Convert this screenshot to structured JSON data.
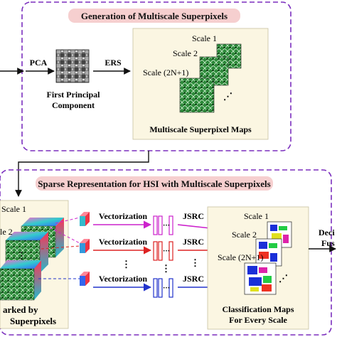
{
  "top_section": {
    "title": "Generation of Multiscale Superpixels",
    "pca_label": "PCA",
    "ers_label": "ERS",
    "first_pc_line1": "First Principal",
    "first_pc_line2": "Component",
    "scale_labels": [
      "Scale 1",
      "Scale 2",
      "Scale (2N+1)"
    ],
    "ellipsis": "⋰",
    "maps_caption": "Multiscale Superpixel Maps"
  },
  "bottom_section": {
    "title": "Sparse Representation for HSI with Multiscale Superpixels",
    "left_scale_labels": [
      "Scale 1",
      "le 2"
    ],
    "left_ellipsis": "⋮",
    "left_caption_line1": "arked by",
    "left_caption_line2": "Superpixels",
    "vectorization_labels": [
      "Vectorization",
      "Vectorization",
      "Vectorization"
    ],
    "jsrc_labels": [
      "JSRC",
      "JSRC",
      "JSRC"
    ],
    "matrix_ellipsis": "···",
    "column_ellipsis": "⋮",
    "class_scale_labels": [
      "Scale 1",
      "Scale 2",
      "Scale (2N+1)"
    ],
    "class_caption_line1": "Classification Maps",
    "class_caption_line2": "For Every Scale",
    "decision_line1": "Deci",
    "decision_line2": "Fus"
  },
  "colors": {
    "dashed_border": "#7b2fbe",
    "title_fill": "#f6cfcf",
    "panel_fill": "#fbf6e2",
    "row1_arrow": "#cc22cc",
    "row2_arrow": "#dd2222",
    "row3_arrow": "#2233cc",
    "map_green": "#2d8a3a",
    "class_map_blue": "#1a2fd8"
  }
}
